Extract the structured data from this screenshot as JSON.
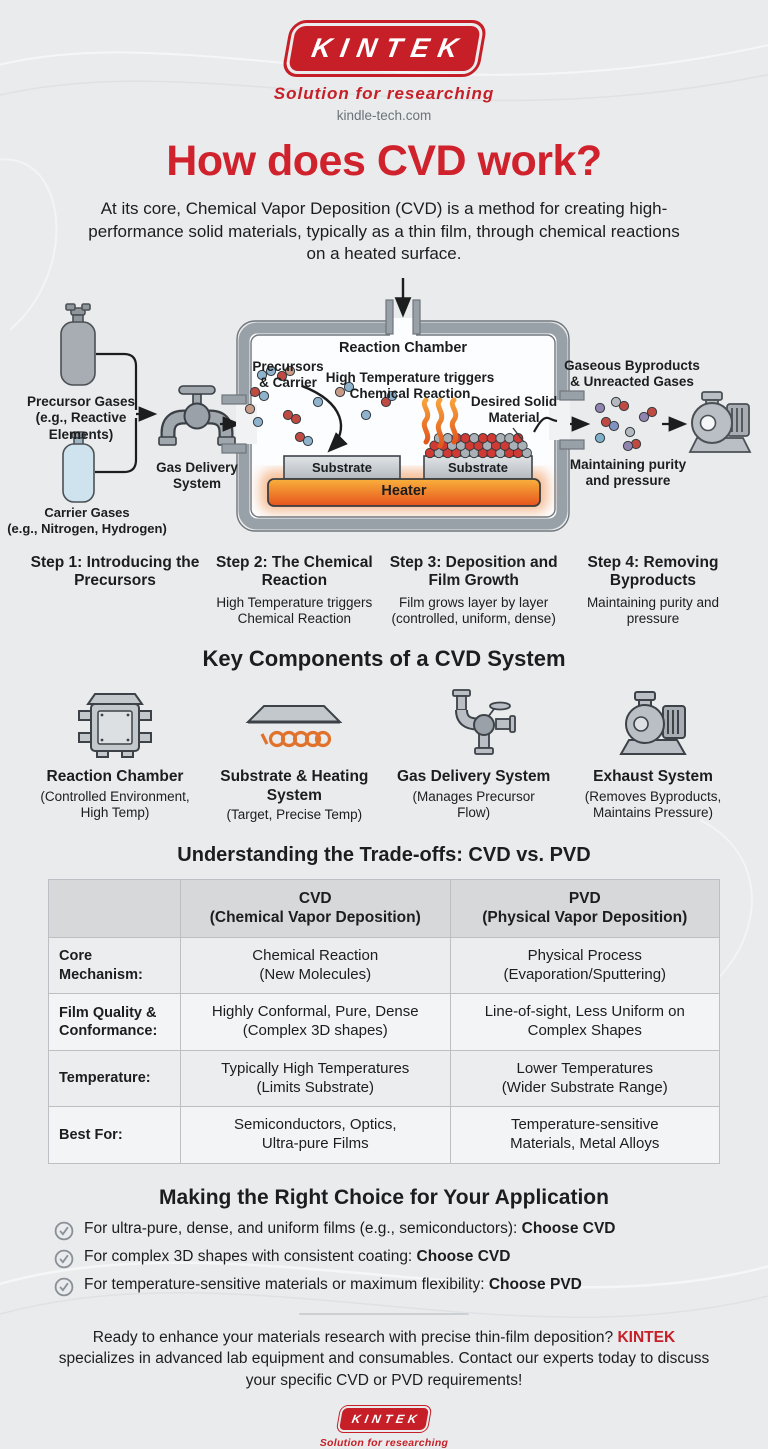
{
  "brand": {
    "name": "KINTEK",
    "tagline": "Solution for researching",
    "website": "kindle-tech.com"
  },
  "intro": {
    "title": "How does CVD work?",
    "description": "At its core, Chemical Vapor Deposition (CVD) is a method for creating high-performance solid materials, typically as a thin film, through chemical reactions on a heated surface."
  },
  "diagram": {
    "precursor_gases": "Precursor Gases\n(e.g., Reactive\nElements)",
    "carrier_gases": "Carrier Gases\n(e.g., Nitrogen, Hydrogen)",
    "gas_delivery": "Gas Delivery\nSystem",
    "reaction_chamber": "Reaction Chamber",
    "precursors_carrier": "Precursors\n& Carrier",
    "high_temperature": "High Temperature triggers\nChemical Reaction",
    "desired_solid": "Desired Solid\nMaterial",
    "substrate_left": "Substrate",
    "substrate_right": "Substrate",
    "heater": "Heater",
    "byproducts": "Gaseous Byproducts\n& Unreacted Gases",
    "maintaining": "Maintaining purity\nand pressure"
  },
  "steps": [
    {
      "title": "Step 1: Introducing the Precursors",
      "subtitle": ""
    },
    {
      "title": "Step 2: The Chemical Reaction",
      "subtitle": "High Temperature triggers Chemical Reaction"
    },
    {
      "title": "Step 3: Deposition and Film Growth",
      "subtitle": "Film grows layer by layer (controlled, uniform, dense)"
    },
    {
      "title": "Step 4: Removing Byproducts",
      "subtitle": "Maintaining purity and pressure"
    }
  ],
  "components": {
    "heading": "Key Components of a CVD System",
    "items": [
      {
        "icon": "reaction-chamber-icon",
        "name": "Reaction Chamber",
        "desc": "(Controlled Environment,\nHigh Temp)"
      },
      {
        "icon": "substrate-heating-icon",
        "name": "Substrate & Heating System",
        "desc": "(Target, Precise Temp)"
      },
      {
        "icon": "gas-delivery-icon",
        "name": "Gas Delivery System",
        "desc": "(Manages Precursor\nFlow)"
      },
      {
        "icon": "exhaust-system-icon",
        "name": "Exhaust System",
        "desc": "(Removes Byproducts,\nMaintains Pressure)"
      }
    ]
  },
  "tradeoffs": {
    "heading": "Understanding the Trade-offs: CVD vs. PVD",
    "columns": [
      "CVD\n(Chemical Vapor Deposition)",
      "PVD\n(Physical Vapor Deposition)"
    ],
    "rows": [
      {
        "label": "Core Mechanism:",
        "cvd": "Chemical Reaction\n(New Molecules)",
        "pvd": "Physical Process\n(Evaporation/Sputtering)"
      },
      {
        "label": "Film Quality & Conformance:",
        "cvd": "Highly Conformal, Pure, Dense\n(Complex 3D shapes)",
        "pvd": "Line-of-sight, Less Uniform on\nComplex Shapes"
      },
      {
        "label": "Temperature:",
        "cvd": "Typically High Temperatures\n(Limits Substrate)",
        "pvd": "Lower Temperatures\n(Wider Substrate Range)"
      },
      {
        "label": "Best For:",
        "cvd": "Semiconductors, Optics,\nUltra-pure Films",
        "pvd": "Temperature-sensitive\nMaterials, Metal Alloys"
      }
    ]
  },
  "choice": {
    "heading": "Making the Right Choice for Your Application",
    "bullets": [
      {
        "text": "For ultra-pure, dense, and uniform films (e.g., semiconductors): ",
        "strong": "Choose CVD"
      },
      {
        "text": "For complex 3D shapes with consistent coating: ",
        "strong": "Choose CVD"
      },
      {
        "text": "For temperature-sensitive materials or maximum flexibility: ",
        "strong": "Choose PVD"
      }
    ]
  },
  "footer": {
    "cta_intro": "Ready to enhance your materials research with precise thin-film deposition? ",
    "cta_brand": "KINTEK",
    "cta_rest": " specializes in advanced lab equipment and consumables. Contact our experts today to discuss your specific CVD or PVD requirements!"
  },
  "colors": {
    "brand_red": "#c61f27",
    "title_red": "#d0222d",
    "heater_orange": "#ee6a22",
    "flame_orange": "#e8833a"
  }
}
